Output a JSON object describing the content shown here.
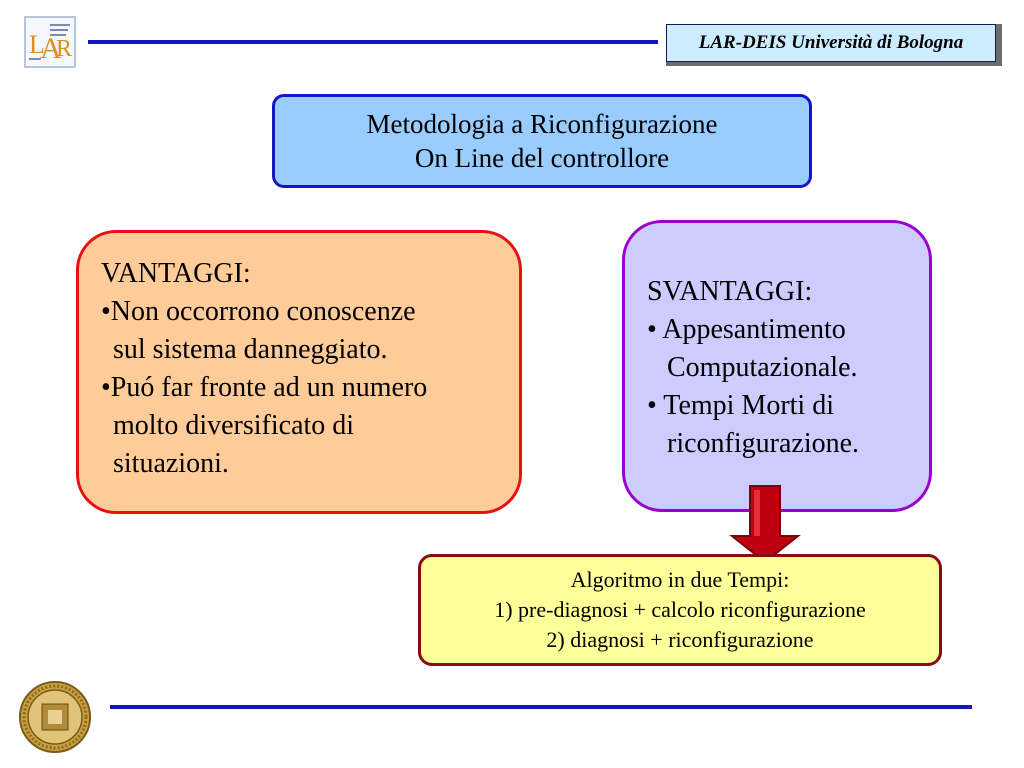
{
  "header": {
    "logo_text": "LAR",
    "affiliation": "LAR-DEIS Università di Bologna"
  },
  "title": {
    "line1": "Metodologia a Riconfigurazione",
    "line2": "On Line del controllore"
  },
  "pros": {
    "heading": "VANTAGGI:",
    "items": [
      {
        "lines": [
          "•Non occorrono conoscenze",
          "sul sistema danneggiato."
        ]
      },
      {
        "lines": [
          "•Puó far fronte ad un numero",
          "molto diversificato di",
          "situazioni."
        ]
      }
    ]
  },
  "cons": {
    "heading": "SVANTAGGI:",
    "items": [
      {
        "lines": [
          "• Appesantimento",
          "Computazionale."
        ]
      },
      {
        "lines": [
          "• Tempi Morti di",
          "riconfigurazione."
        ]
      }
    ]
  },
  "algorithm": {
    "line1": "Algoritmo in due Tempi:",
    "line2": "1) pre-diagnosi + calcolo riconfigurazione",
    "line3": "2) diagnosi + riconfigurazione"
  },
  "colors": {
    "rule_blue": "#1515c8",
    "title_fill": "#99ccff",
    "pros_fill": "#ffcc99",
    "pros_border": "#e81010",
    "cons_fill": "#ccccff",
    "cons_border": "#9900cc",
    "algo_fill": "#ffff99",
    "arrow_fill": "#c00010"
  },
  "icons": {
    "logo": "lar-logo-icon",
    "seal": "university-seal-icon",
    "arrow": "arrow-down-icon"
  }
}
